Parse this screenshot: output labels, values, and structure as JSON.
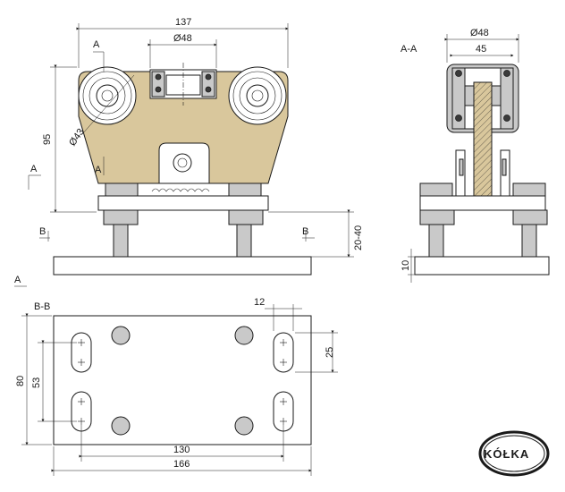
{
  "front_view": {
    "dim_width": "137",
    "dim_inner_diameter": "Ø48",
    "dim_height": "95",
    "dim_wheel_diameter": "Ø43",
    "section_mark_top": "A",
    "section_mark_bottom": "A",
    "section_mark_left": "A",
    "section_mark_b_left": "B",
    "section_mark_b_right": "B",
    "dim_adjust": "20-40"
  },
  "section_aa": {
    "title": "A-A",
    "dim_outer": "Ø48",
    "dim_inner": "45",
    "dim_plate": "10"
  },
  "section_bb": {
    "title": "B-B",
    "section_mark_a": "A",
    "dim_slot_width": "12",
    "dim_slot_length": "25",
    "dim_height": "80",
    "dim_hole_spacing_v": "53",
    "dim_hole_spacing_h": "130",
    "dim_total_width": "166"
  },
  "logo": {
    "text": "KÓŁKA"
  }
}
